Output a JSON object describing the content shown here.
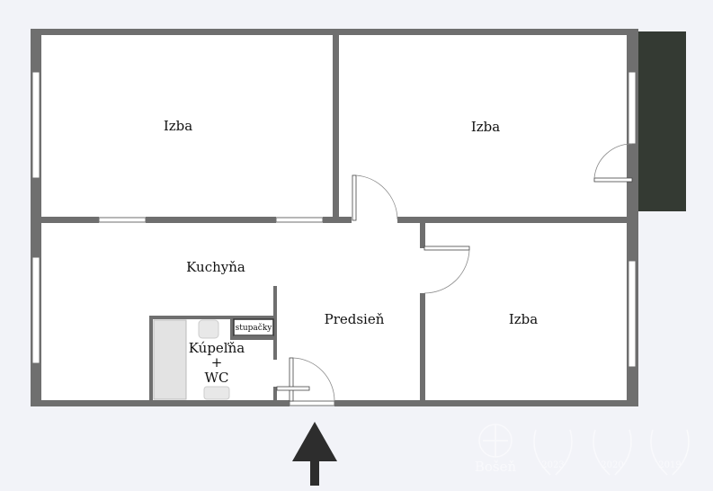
{
  "rooms": {
    "izba_top_left": "Izba",
    "izba_top_right": "Izba",
    "kuchyna": "Kuchyňa",
    "predsien": "Predsieň",
    "izba_bottom_right": "Izba",
    "kupelna": "Kúpeľňa",
    "plus": "+",
    "wc": "WC"
  },
  "labels": {
    "stupacky": "stupačky"
  },
  "watermark": {
    "brand": "Bošeň",
    "years": [
      "2023",
      "2020",
      "2019"
    ]
  },
  "colors": {
    "wall": "#6f6f6f",
    "balcony": "#343a33",
    "background": "#f2f3f8",
    "entrance_arrow": "#2d2d2d"
  },
  "icons": {
    "entrance": "up-arrow-icon",
    "brand_logo": "bosen-logo-icon",
    "award": "laurel-award-icon"
  }
}
